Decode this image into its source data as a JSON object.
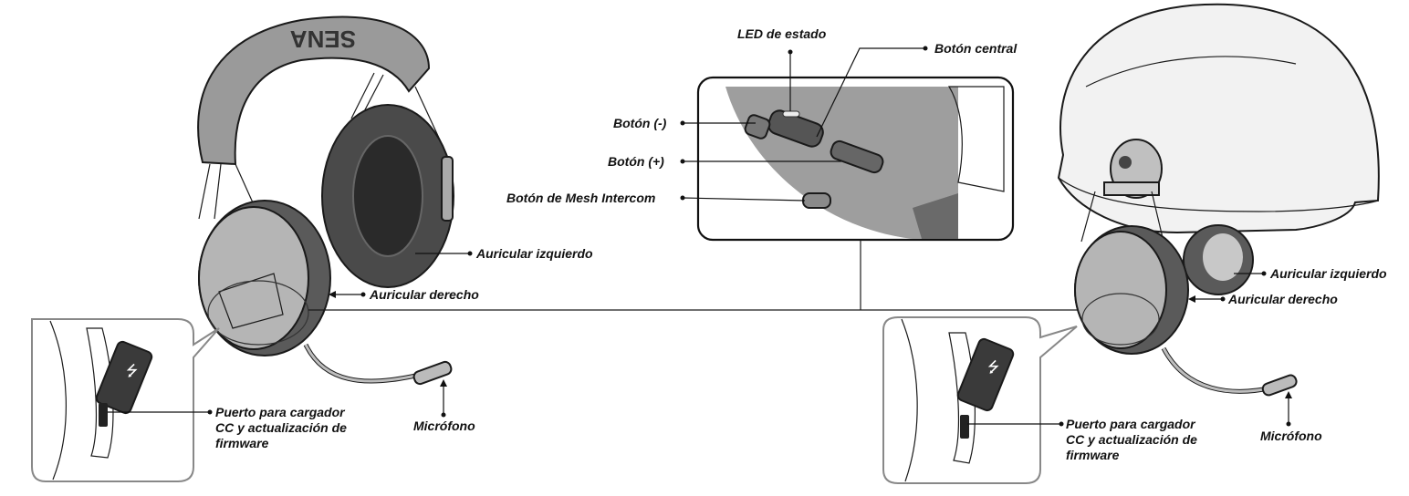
{
  "labels": {
    "led_estado": "LED de estado",
    "boton_central": "Botón central",
    "boton_menos": "Botón (-)",
    "boton_mas": "Botón (+)",
    "boton_mesh": "Botón de Mesh Intercom",
    "auricular_izquierdo_1": "Auricular izquierdo",
    "auricular_derecho_1": "Auricular derecho",
    "auricular_izquierdo_2": "Auricular izquierdo",
    "auricular_derecho_2": "Auricular derecho",
    "puerto_1": [
      "Puerto para cargador",
      "CC y actualización de",
      "firmware"
    ],
    "puerto_2": [
      "Puerto para cargador",
      "CC y actualización de",
      "firmware"
    ],
    "microfono_1": "Micrófono",
    "microfono_2": "Micrófono"
  },
  "headband_brand": "SENA",
  "colors": {
    "headband": "#9a9a9a",
    "ear_cup": "#b5b5b5",
    "cushion": "#4a4a4a",
    "helmet": "#f2f2f2",
    "line": "#111111"
  }
}
